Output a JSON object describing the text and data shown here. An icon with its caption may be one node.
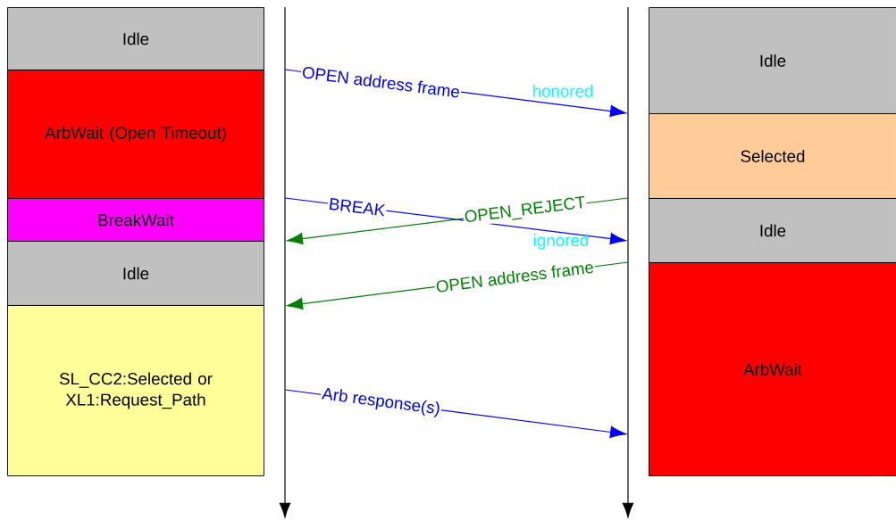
{
  "diagram": {
    "nodes": [
      {
        "text": [
          "Idle"
        ]
      },
      {
        "text": [
          "ArbWait (Open Timeout)"
        ]
      },
      {
        "text": [
          "BreakWait"
        ]
      },
      {
        "text": [
          "Idle"
        ]
      },
      {
        "text": [
          "SL_CC2:Selected or XL1:Request_Path"
        ]
      },
      {
        "text": [],
        "shape": "line"
      },
      {
        "text": [],
        "shape": "line"
      },
      {
        "text": [
          "Idle"
        ]
      },
      {
        "text": [
          "Selected"
        ]
      },
      {
        "text": [
          "Idle"
        ]
      },
      {
        "text": [
          "ArbWait"
        ]
      }
    ],
    "edges": [
      {
        "from": 5,
        "to": 6,
        "arrow": "to",
        "label": "OPEN address frame"
      },
      {
        "from": 5,
        "to": 6,
        "arrow": "to",
        "label": "BREAK"
      },
      {
        "from": 6,
        "to": 5,
        "arrow": "to",
        "label": "OPEN_REJECT",
        "color": "#008000"
      },
      {
        "from": 6,
        "to": 5,
        "arrow": "to",
        "label": "OPEN address frame",
        "color": "#008000"
      },
      {
        "from": 5,
        "to": 6,
        "arrow": "to",
        "label": "Arb response(s)"
      }
    ],
    "labels": [
      "honored",
      "ignored"
    ]
  }
}
